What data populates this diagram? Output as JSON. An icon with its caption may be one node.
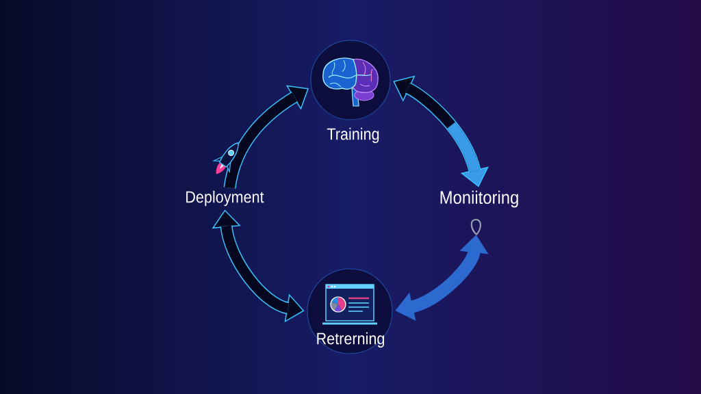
{
  "diagram": {
    "nodes": [
      {
        "text": [
          "Training"
        ]
      },
      {
        "text": [
          "Deployment"
        ]
      },
      {
        "text": [
          "Moniitoring"
        ]
      },
      {
        "text": [
          "Retrerning"
        ]
      }
    ],
    "edges": [
      {
        "from": 1,
        "to": 0,
        "arrow": "to"
      },
      {
        "from": 0,
        "to": 2,
        "arrow": "both"
      },
      {
        "from": 2,
        "to": 3,
        "arrow": "both",
        "color": "#2d6ad0"
      },
      {
        "from": 1,
        "to": 3,
        "arrow": "both"
      }
    ]
  }
}
